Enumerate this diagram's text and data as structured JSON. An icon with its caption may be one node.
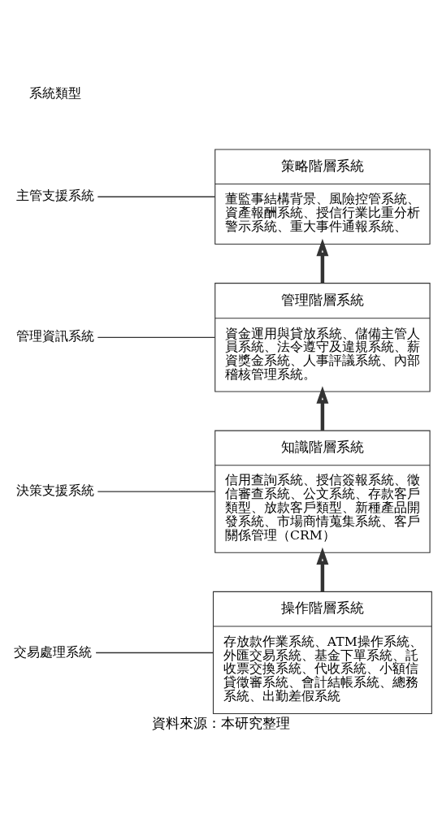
{
  "diagram": {
    "caption": "資料來源：本研究整理",
    "nodes": [
      {
        "text": [
          "主管支援系統"
        ]
      },
      {
        "text": [
          "策略階層系統",
          "董監事結構背景、風險控管系統、資產報酬系統、授信行業比重分析警示系統、重大事件通報系統、"
        ]
      },
      {
        "text": [
          "管理資訊系統"
        ]
      },
      {
        "text": [
          "管理階層系統",
          "資金運用與貸放系統、儲備主管人員系統、法令遵守及違規系統、薪資獎金系統、人事評議系統、內部稽核管理系統。"
        ]
      },
      {
        "text": [
          "決策支援系統"
        ]
      },
      {
        "text": [
          "知識階層系統",
          "信用查詢系統、授信簽報系統、徵信審查系統、公文系統、存款客戶類型、放款客戶類型、新種產品開發系統、市場商情蒐集系統、客戶關係管理（CRM）"
        ]
      },
      {
        "text": [
          "交易處理系統"
        ]
      },
      {
        "text": [
          "操作階層系統",
          "存放款作業系統、ATM操作系統、外匯交易系統、基金下單系統、託收票交換系統、代收系統、小額信貸徵審系統、會計結帳系統、總務系統、出勤差假系統"
        ]
      }
    ],
    "edges": [
      {
        "from": 0,
        "to": 1,
        "arrow": "none"
      },
      {
        "from": 2,
        "to": 3,
        "arrow": "none"
      },
      {
        "from": 4,
        "to": 5,
        "arrow": "none"
      },
      {
        "from": 6,
        "to": 7,
        "arrow": "none"
      },
      {
        "from": 7,
        "to": 5,
        "arrow": "to",
        "style": "thick"
      },
      {
        "from": 5,
        "to": 3,
        "arrow": "to",
        "style": "thick"
      },
      {
        "from": 3,
        "to": 1,
        "arrow": "to",
        "style": "thick"
      }
    ],
    "labels": [
      "系統類型"
    ]
  }
}
